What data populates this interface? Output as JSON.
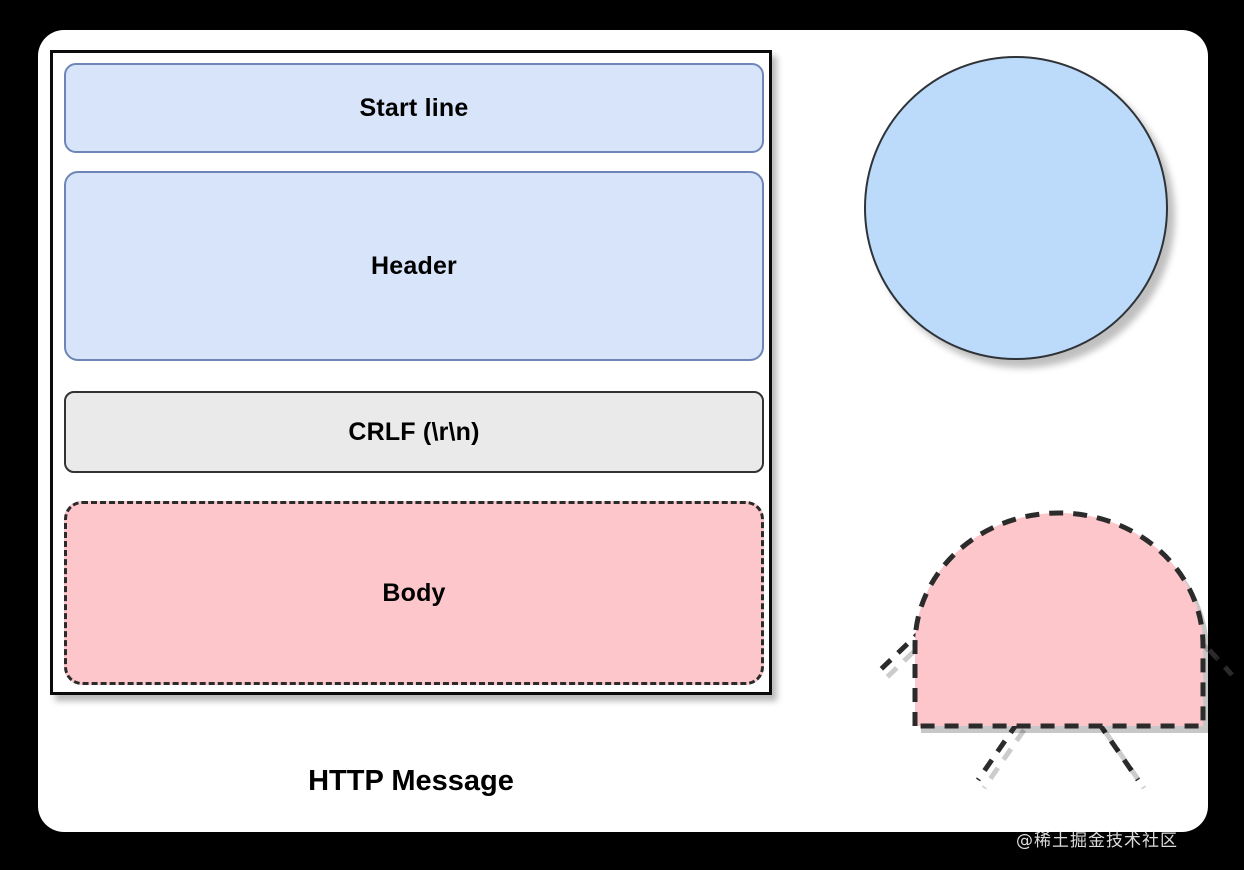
{
  "diagram": {
    "caption": "HTTP Message",
    "segments": [
      {
        "id": "start-line",
        "label": "Start line",
        "fill": "#d8e4f9",
        "stroke": "#6d86b6",
        "border_style": "solid"
      },
      {
        "id": "header",
        "label": "Header",
        "fill": "#d8e4f9",
        "stroke": "#6d86b6",
        "border_style": "solid"
      },
      {
        "id": "crlf",
        "label": "CRLF (\\r\\n)",
        "fill": "#eaeaea",
        "stroke": "#333333",
        "border_style": "solid"
      },
      {
        "id": "body",
        "label": "Body",
        "fill": "#fcc6ca",
        "stroke": "#2b2b2b",
        "border_style": "dashed"
      }
    ],
    "shapes": [
      {
        "id": "circle",
        "name": "blue-circle",
        "fill": "#bcdafa",
        "stroke": "#2f3338",
        "border_style": "solid"
      },
      {
        "id": "dome",
        "name": "pink-dome",
        "fill": "#fcc6ca",
        "stroke": "#2b2b2b",
        "border_style": "dashed",
        "legs": 4
      }
    ]
  },
  "watermark": {
    "text": "@稀土掘金技术社区"
  },
  "colors": {
    "page_background": "#000000",
    "card_background": "#ffffff",
    "frame_border": "#0b0b0b",
    "blue_fill": "#d8e4f9",
    "blue_stroke": "#6d86b6",
    "gray_fill": "#eaeaea",
    "pink_fill": "#fcc6ca",
    "dark_stroke": "#2b2b2b",
    "watermark_color": "#dcdcdc"
  }
}
